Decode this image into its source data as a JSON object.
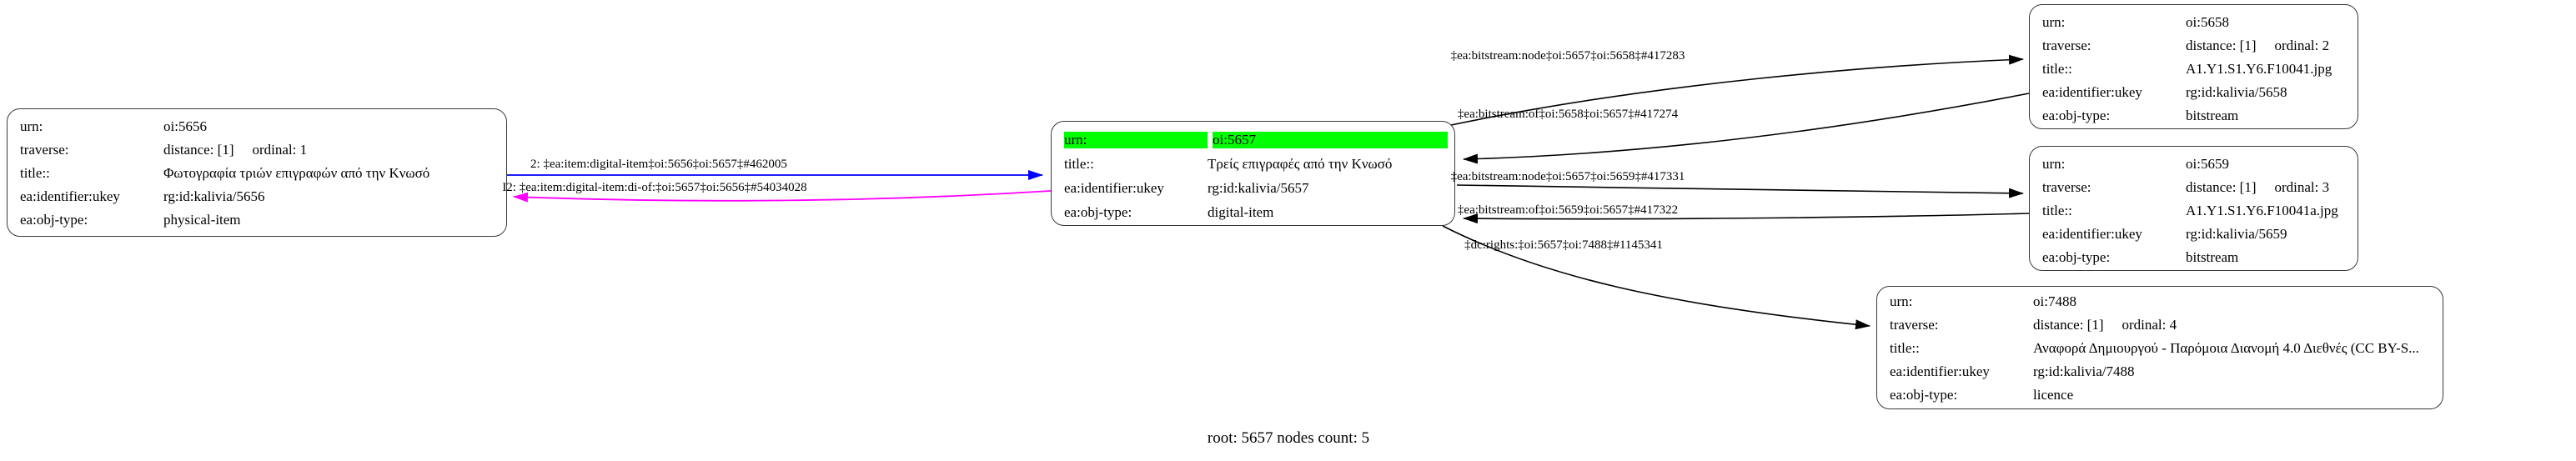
{
  "graph": {
    "footer": "root: 5657 nodes count: 5"
  },
  "colors": {
    "highlight": "#00ff00",
    "edge_blue": "#0000ff",
    "edge_magenta": "#ff00ff",
    "edge_black": "#000000"
  },
  "nodes": {
    "n5656": {
      "rows": [
        {
          "label": "urn:",
          "value": "oi:5656"
        },
        {
          "label": "traverse:",
          "value": "distance: [1]",
          "value2": "ordinal: 1"
        },
        {
          "label": "title::",
          "value": "Φωτογραφία τριών επιγραφών από την Κνωσό"
        },
        {
          "label": "ea:identifier:ukey",
          "value": "rg:id:kalivia/5656"
        },
        {
          "label": "ea:obj-type:",
          "value": "physical-item"
        }
      ]
    },
    "n5657": {
      "rows": [
        {
          "label": "urn:",
          "value": "oi:5657"
        },
        {
          "label": "title::",
          "value": "Τρείς επιγραφές από την Κνωσό"
        },
        {
          "label": "ea:identifier:ukey",
          "value": "rg:id:kalivia/5657"
        },
        {
          "label": "ea:obj-type:",
          "value": "digital-item"
        }
      ]
    },
    "n5658": {
      "rows": [
        {
          "label": "urn:",
          "value": "oi:5658"
        },
        {
          "label": "traverse:",
          "value": "distance: [1]",
          "value2": "ordinal: 2"
        },
        {
          "label": "title::",
          "value": "A1.Y1.S1.Y6.F10041.jpg"
        },
        {
          "label": "ea:identifier:ukey",
          "value": "rg:id:kalivia/5658"
        },
        {
          "label": "ea:obj-type:",
          "value": "bitstream"
        }
      ]
    },
    "n5659": {
      "rows": [
        {
          "label": "urn:",
          "value": "oi:5659"
        },
        {
          "label": "traverse:",
          "value": "distance: [1]",
          "value2": "ordinal: 3"
        },
        {
          "label": "title::",
          "value": "A1.Y1.S1.Y6.F10041a.jpg"
        },
        {
          "label": "ea:identifier:ukey",
          "value": "rg:id:kalivia/5659"
        },
        {
          "label": "ea:obj-type:",
          "value": "bitstream"
        }
      ]
    },
    "n7488": {
      "rows": [
        {
          "label": "urn:",
          "value": "oi:7488"
        },
        {
          "label": "traverse:",
          "value": "distance: [1]",
          "value2": "ordinal: 4"
        },
        {
          "label": "title::",
          "value": "Αναφορά Δημιουργού - Παρόμοια Διανομή 4.0 Διεθνές (CC BY-S..."
        },
        {
          "label": "ea:identifier:ukey",
          "value": "rg:id:kalivia/7488"
        },
        {
          "label": "ea:obj-type:",
          "value": "licence"
        }
      ]
    }
  },
  "edges": [
    {
      "label": "2: ‡ea:item:digital-item‡oi:5656‡oi:5657‡#462005"
    },
    {
      "label": "I2: ‡ea:item:digital-item:di-of:‡oi:5657‡oi:5656‡#54034028"
    },
    {
      "label": "‡ea:bitstream:node‡oi:5657‡oi:5658‡#417283"
    },
    {
      "label": "‡ea:bitstream:of‡oi:5658‡oi:5657‡#417274"
    },
    {
      "label": "‡ea:bitstream:node‡oi:5657‡oi:5659‡#417331"
    },
    {
      "label": "‡ea:bitstream:of‡oi:5659‡oi:5657‡#417322"
    },
    {
      "label": "‡dc:rights:‡oi:5657‡oi:7488‡#1145341"
    }
  ]
}
